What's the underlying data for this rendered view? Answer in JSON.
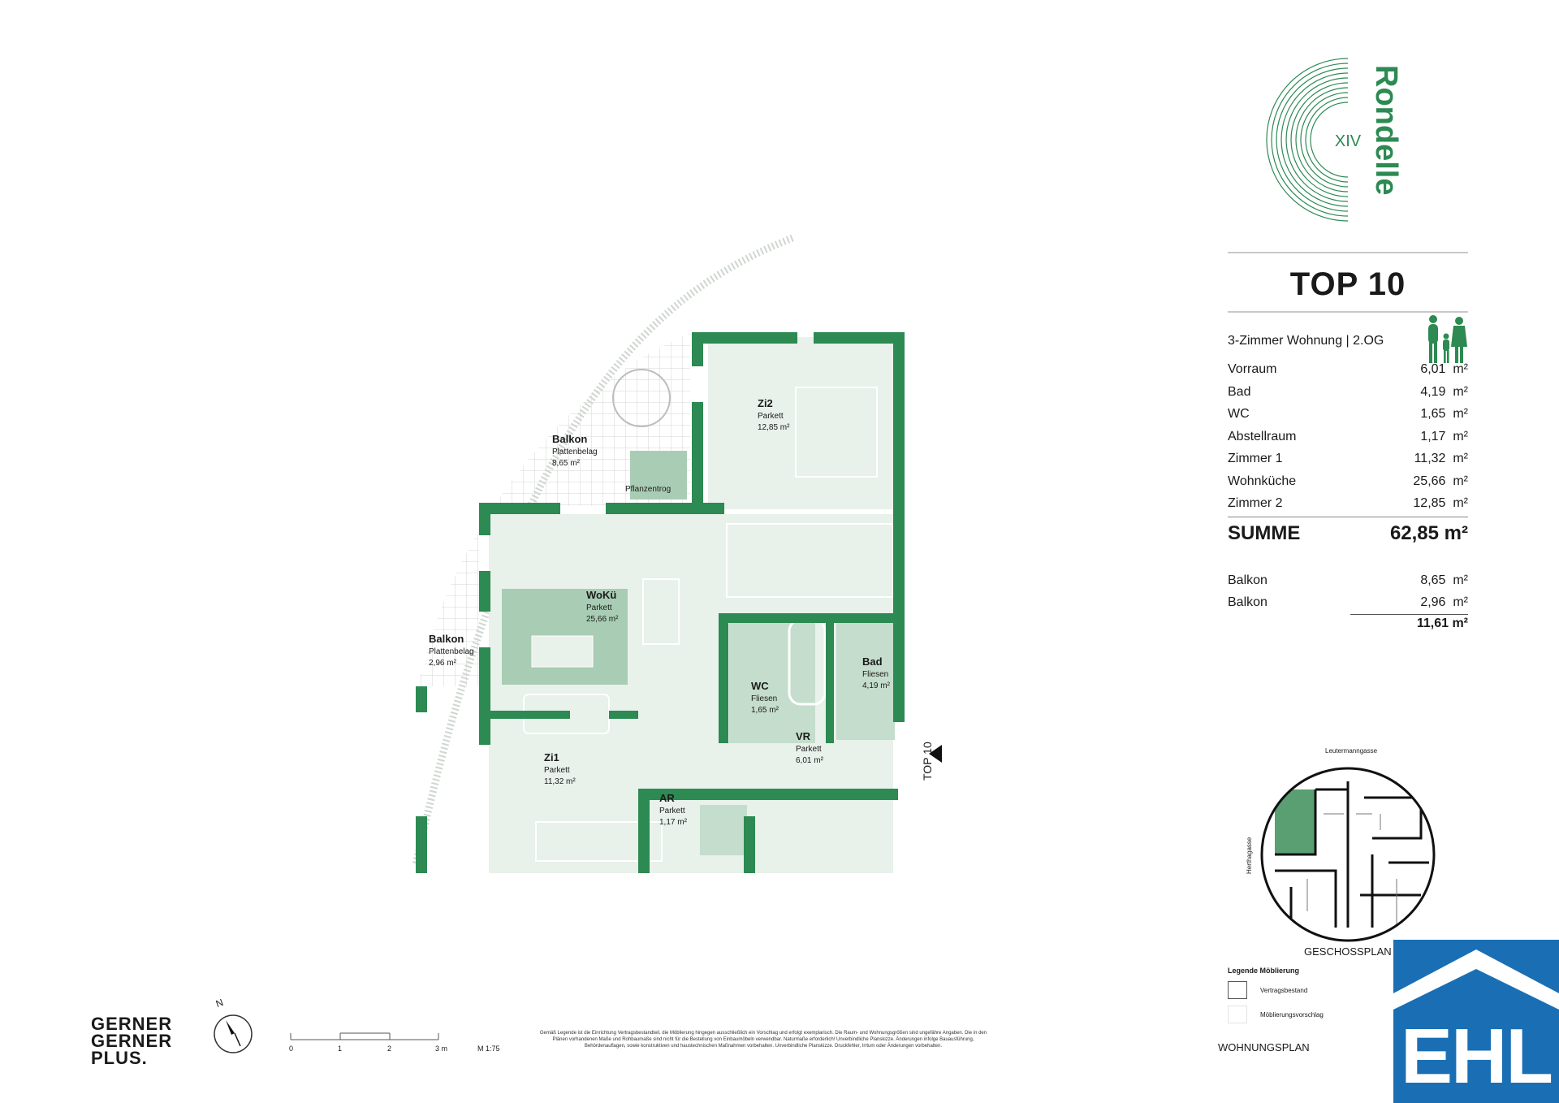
{
  "logo": {
    "roman": "XIV",
    "wordmark": "Rondelle"
  },
  "unit": {
    "title": "TOP 10",
    "subtitle": "3-Zimmer Wohnung | 2.OG",
    "unit_symbol": "m²",
    "rooms": [
      {
        "name": "Vorraum",
        "area": "6,01"
      },
      {
        "name": "Bad",
        "area": "4,19"
      },
      {
        "name": "WC",
        "area": "1,65"
      },
      {
        "name": "Abstellraum",
        "area": "1,17"
      },
      {
        "name": "Zimmer 1",
        "area": "11,32"
      },
      {
        "name": "Wohnküche",
        "area": "25,66"
      },
      {
        "name": "Zimmer 2",
        "area": "12,85"
      }
    ],
    "sum_label": "SUMME",
    "sum_value": "62,85 m²",
    "outdoor": [
      {
        "name": "Balkon",
        "area": "8,65"
      },
      {
        "name": "Balkon",
        "area": "2,96"
      }
    ],
    "outdoor_total": "11,61 m²"
  },
  "plan": {
    "rooms": [
      {
        "label": "Zi2",
        "floor": "Parkett",
        "area": "12,85 m²"
      },
      {
        "label": "Balkon",
        "floor": "Plattenbelag",
        "area": "8,65 m²"
      },
      {
        "label": "Pflanzentrog"
      },
      {
        "label": "WoKü",
        "floor": "Parkett",
        "area": "25,66 m²"
      },
      {
        "label": "Balkon",
        "floor": "Plattenbelag",
        "area": "2,96 m²"
      },
      {
        "label": "WC",
        "floor": "Fliesen",
        "area": "1,65 m²"
      },
      {
        "label": "Bad",
        "floor": "Fliesen",
        "area": "4,19 m²"
      },
      {
        "label": "VR",
        "floor": "Parkett",
        "area": "6,01 m²"
      },
      {
        "label": "Zi1",
        "floor": "Parkett",
        "area": "11,32 m²"
      },
      {
        "label": "AR",
        "floor": "Parkett",
        "area": "1,17 m²"
      }
    ],
    "entrance_label": "TOP 10"
  },
  "floorplan": {
    "street_top": "Leutermanngasse",
    "street_left": "Herthagasse",
    "label": "GESCHOSSPLAN"
  },
  "legend": {
    "title": "Legende Möblierung",
    "item1": "Vertragsbestand",
    "item2": "Möblierungsvorschlag"
  },
  "footer": {
    "architect": [
      "GERNER",
      "GERNER",
      "PLUS."
    ],
    "north": "N",
    "scale_ticks": [
      "0",
      "1",
      "2",
      "3 m"
    ],
    "scale": "M 1:75",
    "disclaimer": "Gemäß Legende ist die Einrichtung Vertragsbestandteil, die Möblierung hingegen ausschließlich ein Vorschlag und erfolgt exemplarisch. Die Raum- und Wohnungsgrößen sind ungefähre Angaben. Die in den Plänen vorhandenen Maße und Rohbaumaße sind nicht für die Bestellung von Einbaumöbeln verwendbar. Naturmaße erforderlich! Unverbindliche Planskizze. Änderungen infolge Bauausführung, Behördenauflagen, sowie konstruktiven und haustechnischen Maßnahmen vorbehalten. Unverbindliche Planskizze. Druckfehler, Irrtum oder Änderungen vorbehalten.",
    "doc_label": "WOHNUNGSPLAN",
    "brand": "EHL"
  },
  "colors": {
    "wall": "#2c8a52",
    "room_fill": "#e8f1ea",
    "accent": "#2c8a52",
    "ehl_blue": "#1a6fb4"
  }
}
